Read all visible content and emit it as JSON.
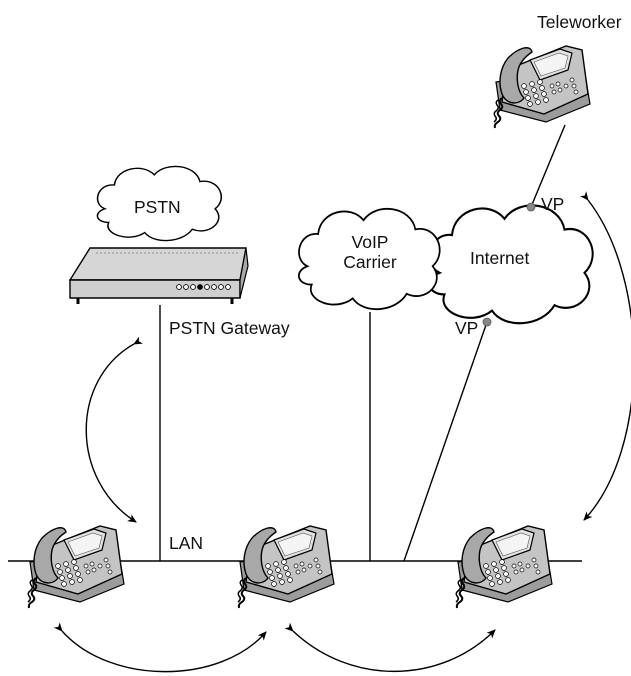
{
  "labels": {
    "teleworker": "Teleworker",
    "pstn": "PSTN",
    "pstn_gateway": "PSTN Gateway",
    "voip_carrier": "VoIP\nCarrier",
    "internet": "Internet",
    "vp_top": "VP",
    "vp_bottom": "VP",
    "lan": "LAN"
  },
  "colors": {
    "line": "#000000",
    "phone_body": "#b9b9b9",
    "phone_dark": "#8a8a8a",
    "screen": "#dcdcdc",
    "endpoint_dot": "#888888"
  }
}
